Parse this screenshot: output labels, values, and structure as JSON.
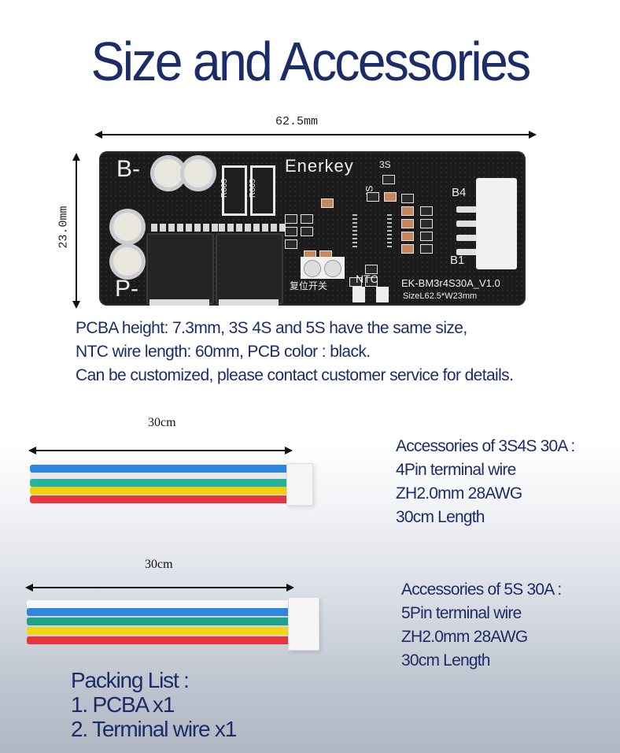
{
  "page": {
    "title": "Size and Accessories",
    "accent_color": "#1c2c66"
  },
  "board": {
    "width_label": "62.5mm",
    "height_label": "23.0mm",
    "silkscreen": {
      "brand": "Enerkey",
      "b_minus": "B-",
      "p_minus": "P-",
      "label_3s": "3S",
      "label_4s": "4S",
      "label_b4": "B4",
      "label_b1": "B1",
      "resistor_1": "R005",
      "resistor_2": "R005",
      "reset_switch": "复位开关",
      "ntc": "NTC",
      "model": "EK-BM3r4S30A_V1.0",
      "size": "SizeL62.5*W23mm"
    }
  },
  "description": {
    "lines": [
      "PCBA height: 7.3mm,  3S 4S and 5S have the same size,",
      "NTC wire length:  60mm,  PCB color :  black.",
      "Can be customized, please contact customer service for details."
    ]
  },
  "accessories": [
    {
      "length_label": "30cm",
      "wire_colors": [
        "#2f86e0",
        "#e8e8e8",
        "#25b3a0",
        "#f2cf10",
        "#e8353f"
      ],
      "lines": [
        "Accessories of 3S4S 30A :",
        "4Pin terminal wire",
        "ZH2.0mm 28AWG",
        "30cm Length"
      ]
    },
    {
      "length_label": "30cm",
      "wire_colors": [
        "#f7f7f7",
        "#2f86e0",
        "#1fa286",
        "#f2d514",
        "#e8353f"
      ],
      "lines": [
        "Accessories of 5S 30A :",
        "5Pin terminal wire",
        "ZH2.0mm 28AWG",
        "30cm Length"
      ]
    }
  ],
  "packing_list": {
    "heading": "Packing List :",
    "items": [
      "1. PCBA x1",
      "2. Terminal wire x1"
    ]
  }
}
